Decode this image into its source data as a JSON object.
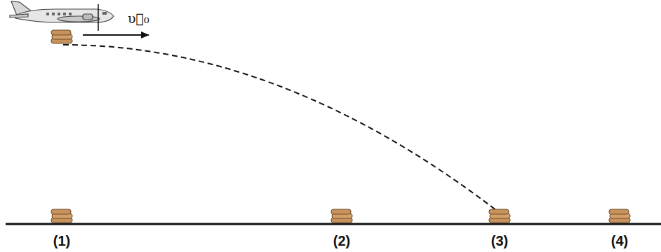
{
  "diagram": {
    "labels": [
      "υ⃗₀",
      "(1)",
      "(2)",
      "(3)",
      "(4)"
    ]
  }
}
